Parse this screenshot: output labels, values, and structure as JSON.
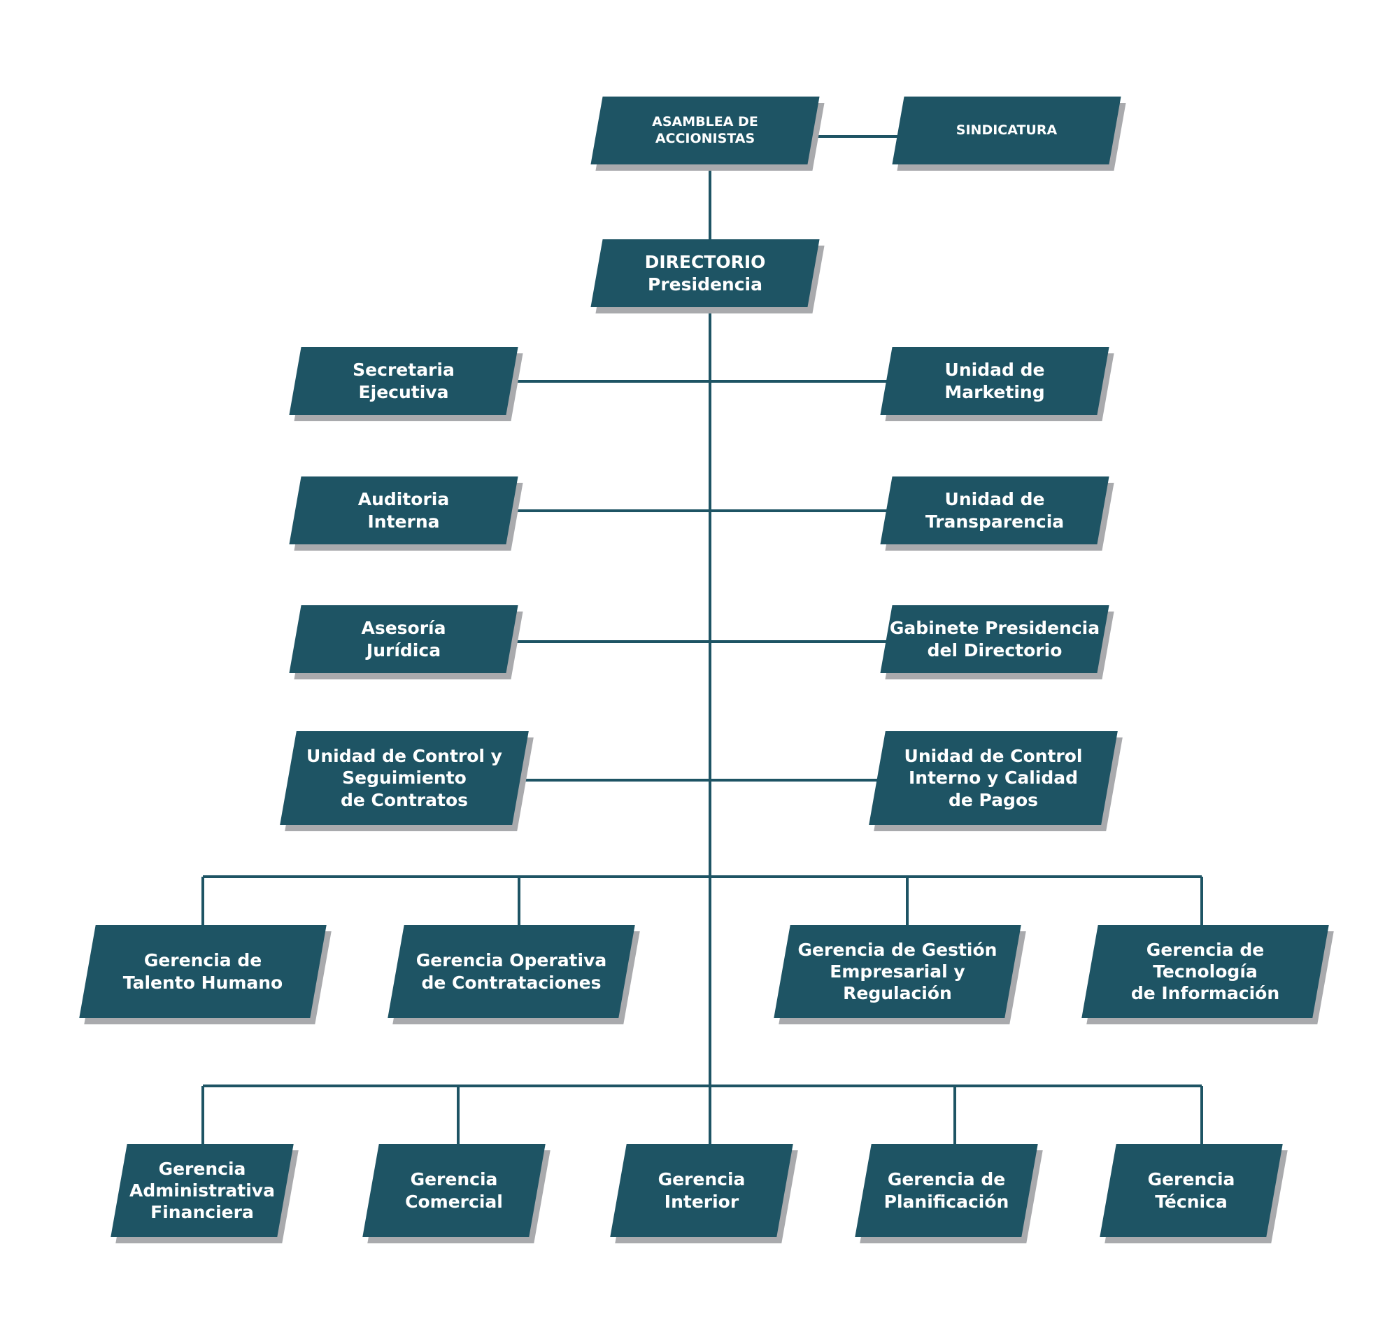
{
  "colors": {
    "box_fill": "#1e5464",
    "shadow": "#a9aaad",
    "line": "#1e5464",
    "text": "#ffffff"
  },
  "nodes": {
    "asamblea": "ASAMBLEA DE\nACCIONISTAS",
    "sindicatura": "SINDICATURA",
    "directorio": "DIRECTORIO\nPresidencia",
    "secretaria": "Secretaria\nEjecutiva",
    "marketing": "Unidad de\nMarketing",
    "auditoria": "Auditoria\nInterna",
    "transparencia": "Unidad de\nTransparencia",
    "asesoria": "Asesoría\nJurídica",
    "gabinete": "Gabinete Presidencia\ndel Directorio",
    "control_contratos": "Unidad de Control y\nSeguimiento\nde Contratos",
    "control_pagos": "Unidad de Control\nInterno y Calidad\nde Pagos",
    "talento": "Gerencia de\nTalento Humano",
    "contrataciones": "Gerencia Operativa\nde Contrataciones",
    "gestion": "Gerencia de Gestión\nEmpresarial y\nRegulación",
    "tecnologia": "Gerencia de\nTecnología\nde Información",
    "administrativa": "Gerencia\nAdministrativa\nFinanciera",
    "comercial": "Gerencia\nComercial",
    "interior": "Gerencia\nInterior",
    "planificacion": "Gerencia de\nPlanificación",
    "tecnica": "Gerencia\nTécnica"
  }
}
